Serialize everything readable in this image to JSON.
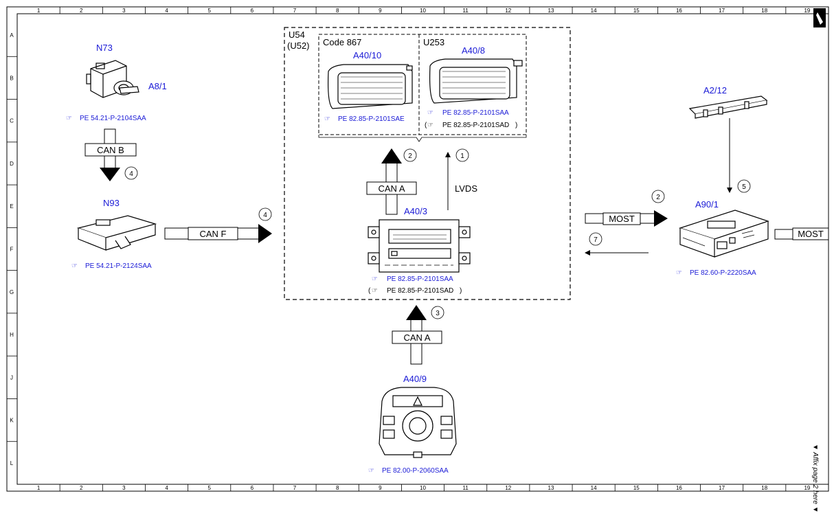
{
  "grid": {
    "columns": [
      "1",
      "2",
      "3",
      "4",
      "5",
      "6",
      "7",
      "8",
      "9",
      "10",
      "11",
      "12",
      "13",
      "14",
      "15",
      "16",
      "17",
      "18",
      "19"
    ],
    "rows": [
      "A",
      "B",
      "C",
      "D",
      "E",
      "F",
      "G",
      "H",
      "J",
      "K",
      "L"
    ]
  },
  "components": {
    "n73": {
      "label": "N73",
      "sub": "A8/1",
      "ref": "PE 54.21-P-2104SAA"
    },
    "n93": {
      "label": "N93",
      "ref": "PE 54.21-P-2124SAA"
    },
    "u54": {
      "label": "U54",
      "alt": "(U52)"
    },
    "code867": {
      "label": "Code 867"
    },
    "a40_10": {
      "label": "A40/10",
      "ref": "PE 82.85-P-2101SAE"
    },
    "u253": {
      "label": "U253"
    },
    "a40_8": {
      "label": "A40/8",
      "ref": "PE 82.85-P-2101SAA",
      "ref_alt": "PE 82.85-P-2101SAD"
    },
    "a40_3": {
      "label": "A40/3",
      "ref": "PE 82.85-P-2101SAA",
      "ref_alt": "PE 82.85-P-2101SAD"
    },
    "a40_9": {
      "label": "A40/9",
      "ref": "PE 82.00-P-2060SAA"
    },
    "a2_12": {
      "label": "A2/12"
    },
    "a90_1": {
      "label": "A90/1",
      "ref": "PE 82.60-P-2220SAA"
    }
  },
  "buses": {
    "can_b": "CAN B",
    "can_f": "CAN F",
    "can_a_up": "CAN A",
    "can_a_low": "CAN A",
    "lvds": "LVDS",
    "most_in": "MOST",
    "most_out": "MOST"
  },
  "markers": {
    "m1": "1",
    "m2a": "2",
    "m2b": "2",
    "m3": "3",
    "m4a": "4",
    "m4b": "4",
    "m5": "5",
    "m7": "7"
  },
  "side_note": "▼ Affix page 2 here ▼"
}
